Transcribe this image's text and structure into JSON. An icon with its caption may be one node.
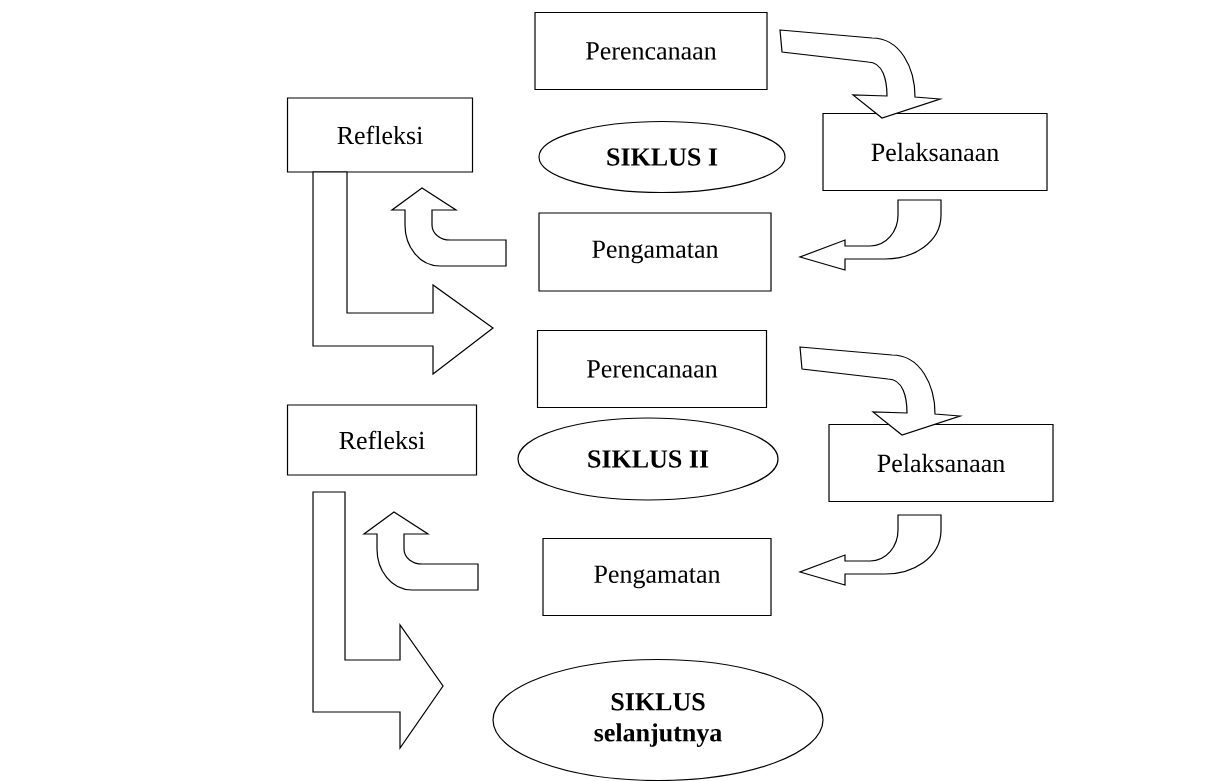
{
  "diagram": {
    "nodes": [
      {
        "text": [
          "Perencanaan"
        ]
      },
      {
        "text": [
          "Pelaksanaan"
        ]
      },
      {
        "text": [
          "**SIKLUS I**"
        ]
      },
      {
        "text": [
          "Refleksi"
        ]
      },
      {
        "text": [
          "Pengamatan"
        ]
      },
      {
        "text": [
          "Perencanaan"
        ]
      },
      {
        "text": [
          "Pelaksanaan"
        ]
      },
      {
        "text": [
          "Refleksi"
        ]
      },
      {
        "text": [
          "**SIKLUS II**"
        ]
      },
      {
        "text": [
          "Pengamatan"
        ]
      },
      {
        "text": [
          "**SIKLUS selanjutnya**"
        ]
      }
    ],
    "edges": [
      {
        "from": 0,
        "to": 1,
        "arrow": "to"
      },
      {
        "from": 1,
        "to": 4,
        "arrow": "to"
      },
      {
        "from": 4,
        "to": 3,
        "arrow": "to"
      },
      {
        "from": 3,
        "to": 5,
        "arrow": "to"
      },
      {
        "from": 5,
        "to": 6,
        "arrow": "to"
      },
      {
        "from": 6,
        "to": 9,
        "arrow": "to"
      },
      {
        "from": 9,
        "to": 7,
        "arrow": "to"
      },
      {
        "from": 7,
        "to": 10,
        "arrow": "to"
      }
    ]
  }
}
